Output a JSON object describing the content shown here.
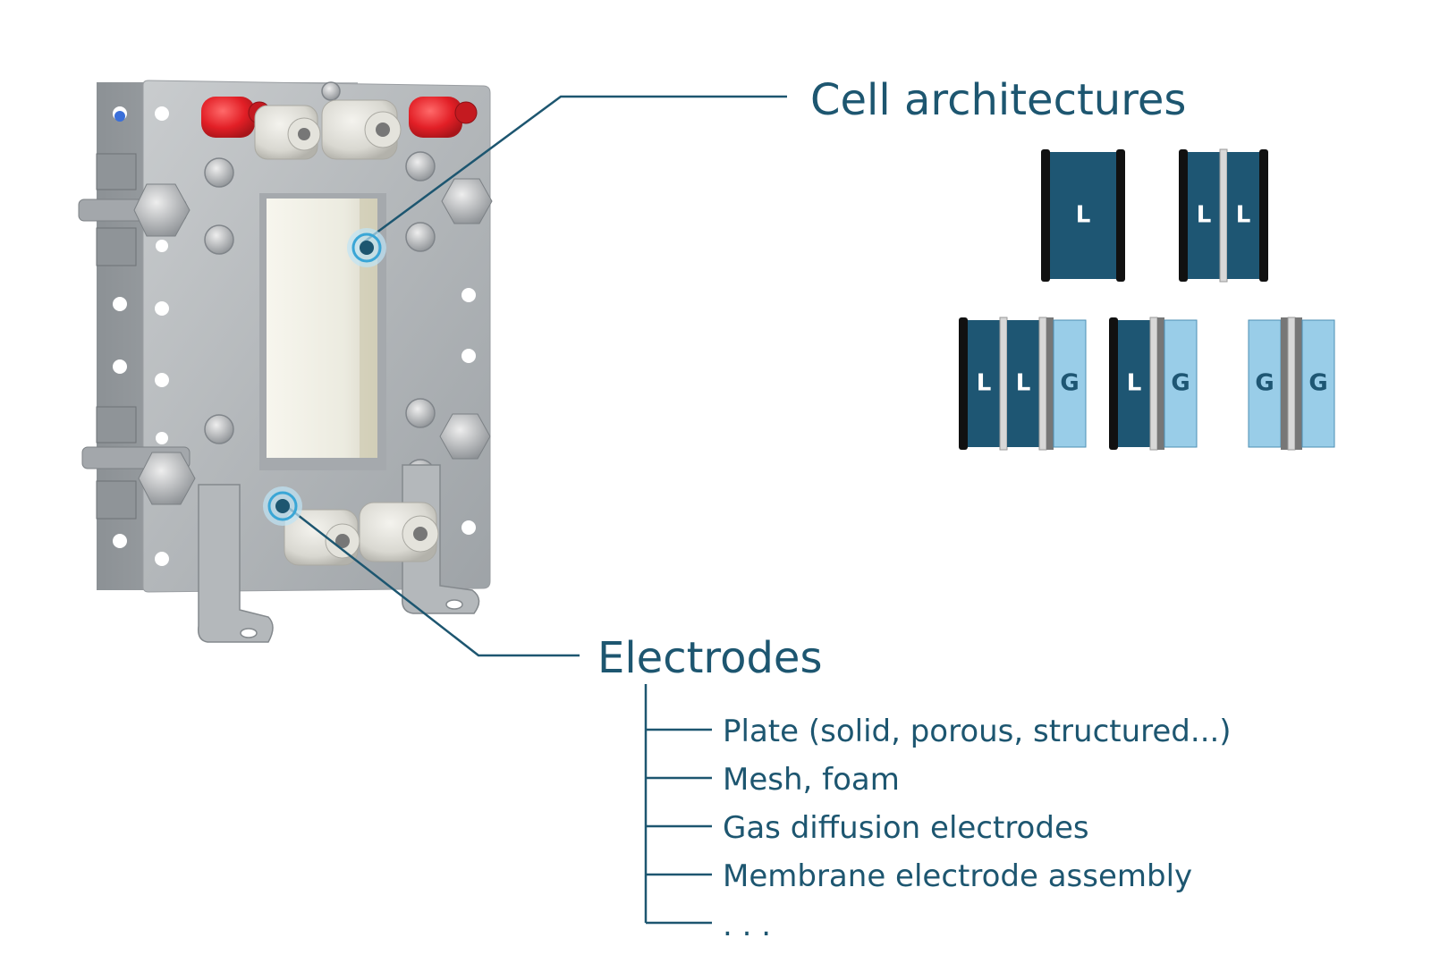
{
  "callouts": {
    "cell_architectures": {
      "label": "Cell architectures"
    },
    "electrodes": {
      "label": "Electrodes",
      "items": [
        "Plate (solid, porous, structured...)",
        "Mesh, foam",
        "Gas diffusion electrodes",
        "Membrane electrode assembly",
        ". . ."
      ]
    }
  },
  "architectures": [
    {
      "chambers": [
        "L"
      ]
    },
    {
      "chambers": [
        "L",
        "L"
      ]
    },
    {
      "chambers": [
        "L",
        "L",
        "G"
      ]
    },
    {
      "chambers": [
        "L",
        "G"
      ]
    },
    {
      "chambers": [
        "G",
        "G"
      ]
    }
  ],
  "colors": {
    "text": "#1d5670",
    "liquid_chamber": "#1e5673",
    "gas_chamber": "#99cde8",
    "electrode_plate": "#111111",
    "membrane": "#d8d8d8",
    "gas_electrode": "#777777",
    "marker": "#3aa6d6",
    "terminal": "#e21f26"
  }
}
